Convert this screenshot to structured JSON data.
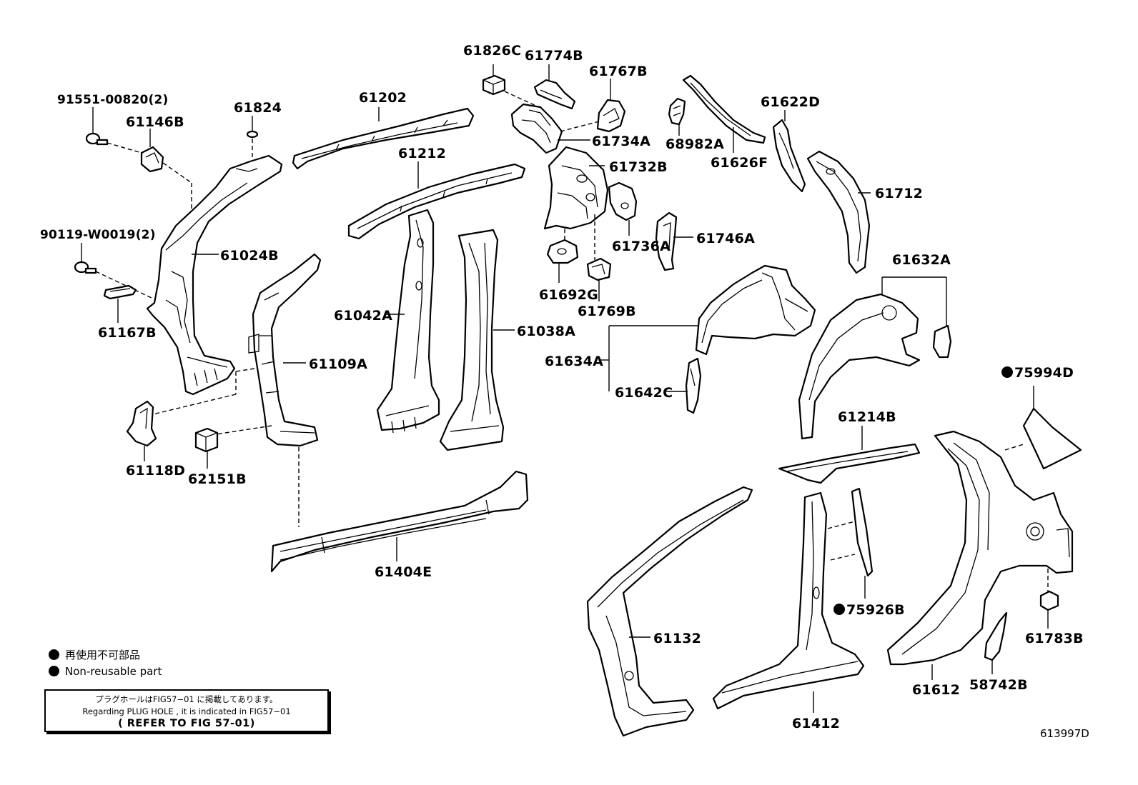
{
  "parts": {
    "p61826C": "61826C",
    "p61774B": "61774B",
    "p61767B": "61767B",
    "p91551": "91551-00820(2)",
    "p61146B": "61146B",
    "p61824": "61824",
    "p61202": "61202",
    "p61734A": "61734A",
    "p68982A": "68982A",
    "p61626F": "61626F",
    "p61622D": "61622D",
    "p61212": "61212",
    "p61732B": "61732B",
    "p61712": "61712",
    "p90119": "90119-W0019(2)",
    "p61024B": "61024B",
    "p61736A": "61736A",
    "p61746A": "61746A",
    "p61632A": "61632A",
    "p61692G": "61692G",
    "p61769B": "61769B",
    "p61167B": "61167B",
    "p61042A": "61042A",
    "p61038A": "61038A",
    "p61109A": "61109A",
    "p61634A": "61634A",
    "p75994D": "75994D",
    "p61642C": "61642C",
    "p61214B": "61214B",
    "p61118D": "61118D",
    "p62151B": "62151B",
    "p61404E": "61404E",
    "p75926B": "75926B",
    "p61132": "61132",
    "p61783B": "61783B",
    "p61412": "61412",
    "p61612": "61612",
    "p58742B": "58742B"
  },
  "legend": {
    "jp": "再使用不可部品",
    "en": "Non-reusable part"
  },
  "note": {
    "line1": "プラグホールはFIG57−01 に掲載してあります。",
    "line2": "Regarding PLUG HOLE , it is indicated in FIG57−01",
    "line3": "( REFER TO FIG 57-01)"
  },
  "figure_id": "613997D"
}
